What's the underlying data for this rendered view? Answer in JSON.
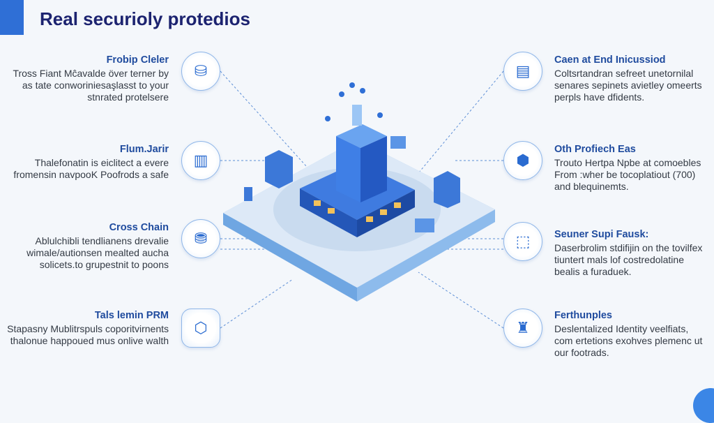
{
  "title": "Real securioly protedios",
  "colors": {
    "accent": "#2f6fd6",
    "title": "#1c2370",
    "heading": "#1f4b9e"
  },
  "left_items": [
    {
      "title": "Frobip Cleler",
      "text": "Tross Fiant Mĉavalde över terner by as tate conworiniesaşlasst to your stnrated protelsere",
      "icon": "database-icon"
    },
    {
      "title": "Flum.Jarir",
      "text": "Thalefonatin is eiclitect a evere fromensin navpooK Poofrods a safe",
      "icon": "server-icon"
    },
    {
      "title": "Cross Chain",
      "text": "Ablulchibli tendlianens drevalie wimale/autionsen mealted aucha solicets.to grupestnit to poons",
      "icon": "coin-stack-icon"
    },
    {
      "title": "Tals lemin PRM",
      "text": "Stapasny Mublitrspuls coporitvirnents thalonue happoued mus onlive walth",
      "icon": "shield-building-icon"
    }
  ],
  "right_items": [
    {
      "title": "Caen at End Inicussiod",
      "text": "Coltsrtandran sefreet unetornilal senares sepinets avietley omeerts perpls have dfidents.",
      "icon": "document-stack-icon"
    },
    {
      "title": "Oth Profiech Eas",
      "text": "Trouto Hertpa Npbe at comoebles From :wher be tocoplatiout (700) and blequinemts.",
      "icon": "hex-chip-icon"
    },
    {
      "title": "Seuner Supi Fausk:",
      "text": "Daserbrolim stdifijin on the tovilfex tiuntert mals lof costredolatine bealis a furaduek.",
      "icon": "cube-icon"
    },
    {
      "title": "Ferthunples",
      "text": "Deslentalized Identity veelfiats, com ertetions exohves plemenc ut our footrads.",
      "icon": "trophy-icon"
    }
  ]
}
